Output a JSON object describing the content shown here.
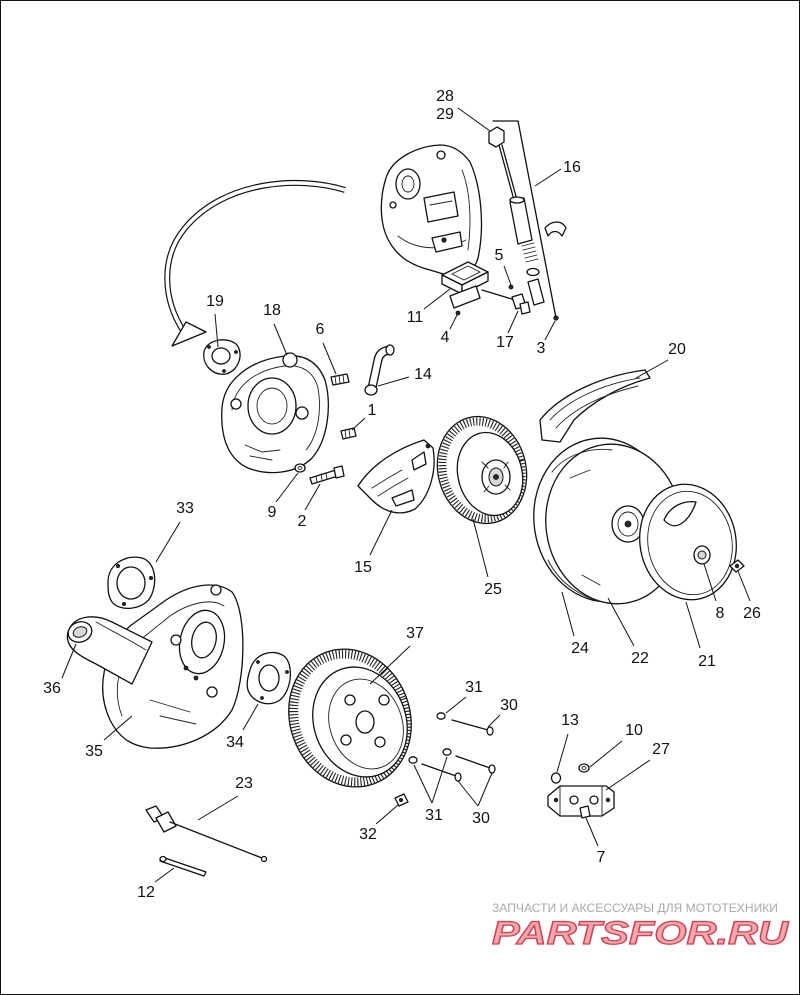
{
  "callouts": [
    "28",
    "29",
    "16",
    "5",
    "11",
    "4",
    "17",
    "3",
    "19",
    "18",
    "6",
    "14",
    "1",
    "9",
    "2",
    "15",
    "25",
    "20",
    "24",
    "22",
    "21",
    "8",
    "26",
    "33",
    "36",
    "35",
    "34",
    "37",
    "31",
    "30",
    "31",
    "30",
    "32",
    "13",
    "10",
    "27",
    "7",
    "23",
    "12"
  ],
  "watermark": {
    "caption": "ЗАПЧАСТИ И АКСЕССУАРЫ ДЛЯ МОТОТЕХНИКИ",
    "logo": "PARTSFOR.RU",
    "caption_color": "#a9a9a9",
    "logo_fill_color": "#f2a6ae",
    "logo_outline_color": "#d2404e"
  },
  "colors": {
    "line": "#111111",
    "background": "#ffffff"
  }
}
